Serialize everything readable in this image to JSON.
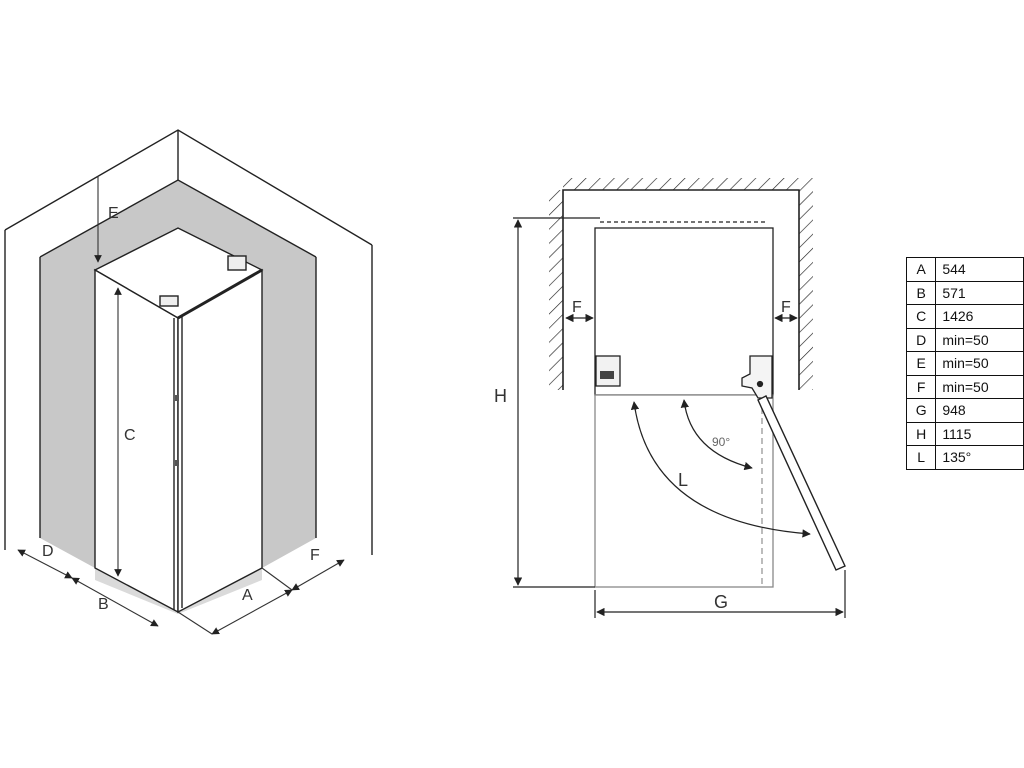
{
  "labels": {
    "iso": {
      "E": "E",
      "C": "C",
      "D": "D",
      "B": "B",
      "A": "A",
      "F": "F"
    },
    "plan": {
      "H": "H",
      "F_left": "F",
      "F_right": "F",
      "L": "L",
      "G": "G",
      "angle": "90°"
    }
  },
  "dimensions_table": [
    {
      "key": "A",
      "value": "544"
    },
    {
      "key": "B",
      "value": "571"
    },
    {
      "key": "C",
      "value": "1426"
    },
    {
      "key": "D",
      "value": "min=50"
    },
    {
      "key": "E",
      "value": "min=50"
    },
    {
      "key": "F",
      "value": "min=50"
    },
    {
      "key": "G",
      "value": "948"
    },
    {
      "key": "H",
      "value": "1115"
    },
    {
      "key": "L",
      "value": "135°"
    }
  ]
}
